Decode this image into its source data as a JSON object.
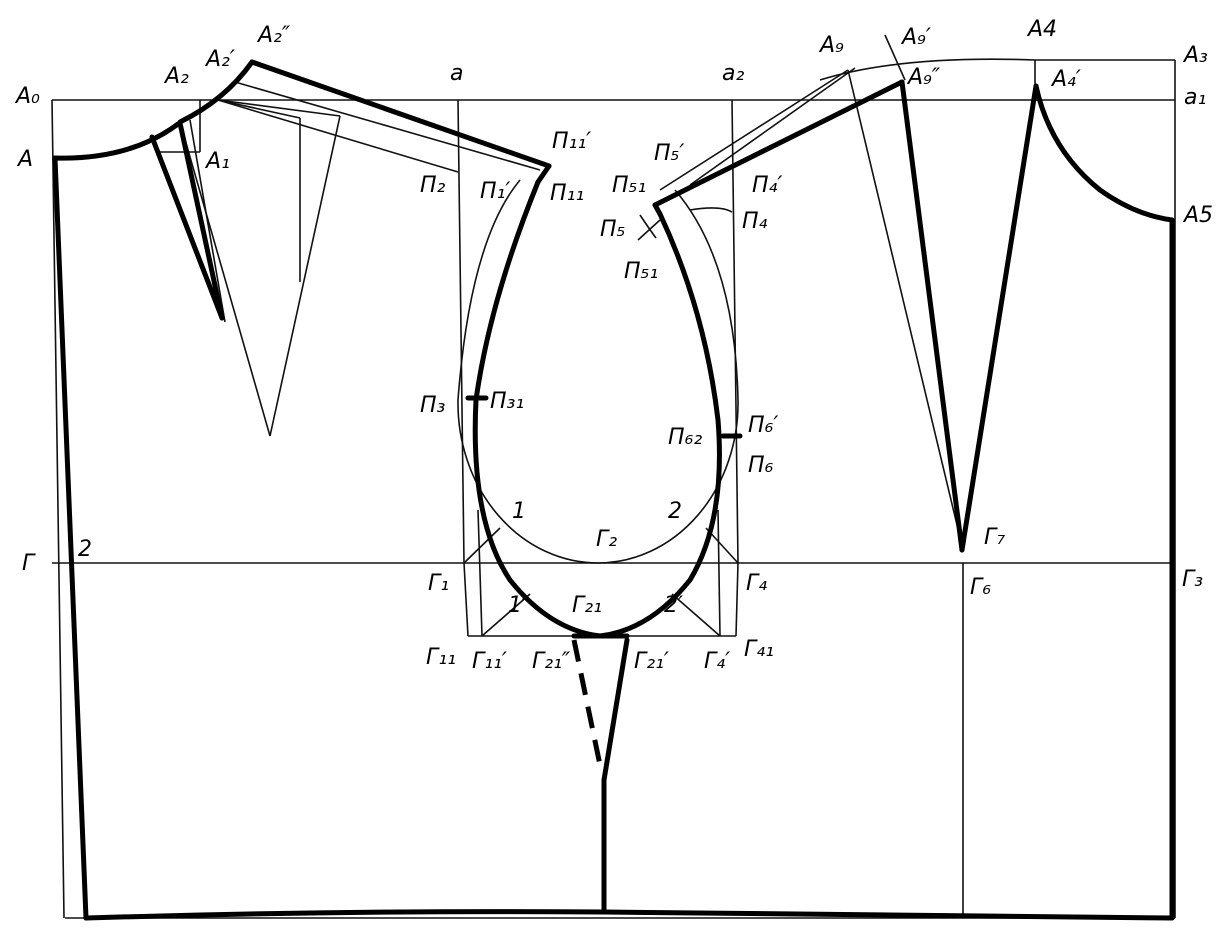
{
  "labels": {
    "A0": "A₀",
    "A": "A",
    "A2": "A₂",
    "A2p": "A₂′",
    "A2pp": "A₂″",
    "A1": "A₁",
    "a": "a",
    "a2": "a₂",
    "a1": "a₁",
    "P11p": "П₁₁′",
    "P2": "П₂",
    "P1p": "П₁′",
    "P11": "П₁₁",
    "P5p": "П₅′",
    "P51": "П₅₁",
    "P4p": "П₄′",
    "P5": "П₅",
    "P4": "П₄",
    "P51b": "П₅₁",
    "P3": "П₃",
    "P31": "П₃₁",
    "P62": "П₆₂",
    "P6p": "П₆′",
    "P6": "П₆",
    "n1": "1",
    "n2": "2",
    "n1p": "1′",
    "n2p": "2′",
    "G": "Г",
    "Gn2": "2",
    "G1": "Г₁",
    "G2": "Г₂",
    "G4": "Г₄",
    "G21": "Г₂₁",
    "G11": "Г₁₁",
    "G11p": "Г₁₁′",
    "G21pp": "Г₂₁″",
    "G21p": "Г₂₁′",
    "G4p": "Г₄′",
    "G41": "Г₄₁",
    "A9": "A₉",
    "A9p": "A₉′",
    "A9pp": "A₉″",
    "A4": "A4",
    "A4p": "A₄′",
    "A3": "A₃",
    "A5": "A5",
    "G7": "Г₇",
    "G6": "Г₆",
    "G3": "Г₃"
  }
}
